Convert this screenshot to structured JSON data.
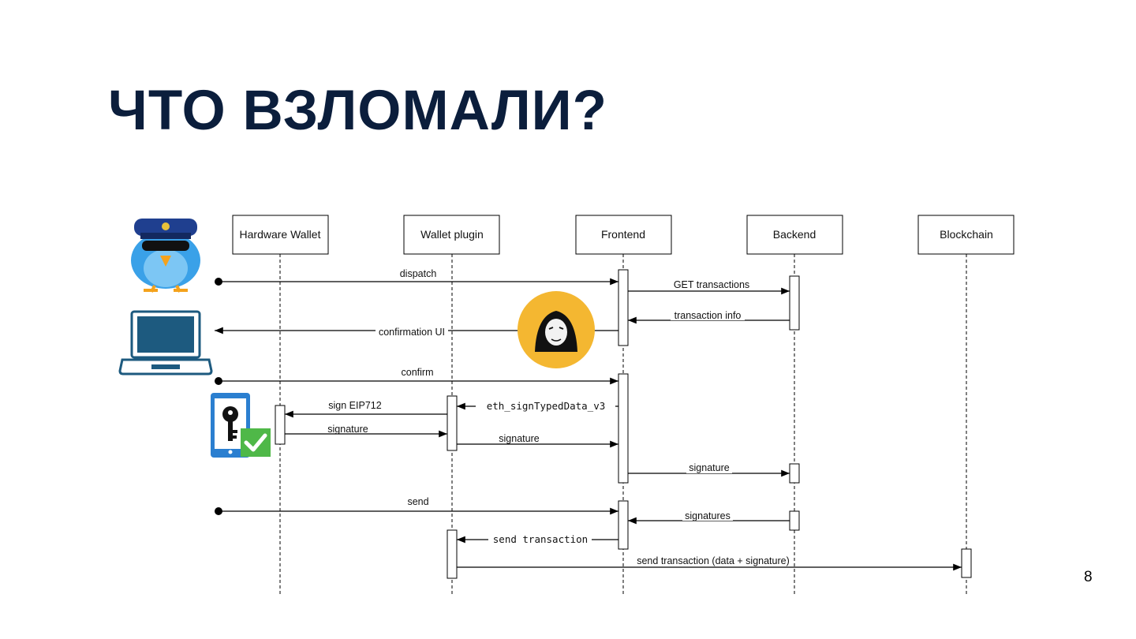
{
  "slide": {
    "title": "ЧТО ВЗЛОМАЛИ?",
    "page_number": "8"
  },
  "diagram": {
    "participants": [
      "Hardware Wallet",
      "Wallet plugin",
      "Frontend",
      "Backend",
      "Blockchain"
    ],
    "messages": [
      {
        "from": "user",
        "to": "Frontend",
        "label": "dispatch"
      },
      {
        "from": "Frontend",
        "to": "Backend",
        "label": "GET transactions"
      },
      {
        "from": "Backend",
        "to": "Frontend",
        "label": "transaction info"
      },
      {
        "from": "Frontend",
        "to": "user",
        "label": "confirmation UI"
      },
      {
        "from": "user",
        "to": "Frontend",
        "label": "confirm"
      },
      {
        "from": "Frontend",
        "to": "Wallet plugin",
        "label": "eth_signTypedData_v3"
      },
      {
        "from": "Wallet plugin",
        "to": "Hardware Wallet",
        "label": "sign EIP712"
      },
      {
        "from": "Hardware Wallet",
        "to": "Wallet plugin",
        "label": "signature"
      },
      {
        "from": "Wallet plugin",
        "to": "Frontend",
        "label": "signature"
      },
      {
        "from": "Frontend",
        "to": "Backend",
        "label": "signature"
      },
      {
        "from": "user",
        "to": "Frontend",
        "label": "send"
      },
      {
        "from": "Backend",
        "to": "Frontend",
        "label": "signatures"
      },
      {
        "from": "Frontend",
        "to": "Wallet plugin",
        "label": "send transaction"
      },
      {
        "from": "Wallet plugin",
        "to": "Blockchain",
        "label": "send transaction (data + signature)"
      }
    ]
  },
  "illustrations": {
    "user_icon": "bird-police-icon",
    "laptop_icon": "laptop-icon",
    "hacker_icon": "anonymous-hacker-icon",
    "device_icon": "phone-key-check-icon"
  },
  "colors": {
    "title": "#0b1e3c",
    "hacker_circle": "#f4b731",
    "check": "#4fb848",
    "device_blue": "#2b7fd0",
    "bird_blue": "#3aa1e8",
    "laptop": "#1d5a7f"
  }
}
